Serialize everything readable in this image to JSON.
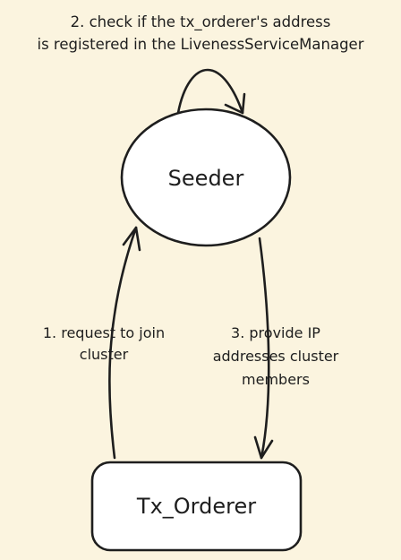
{
  "colors": {
    "background": "#fbf4df",
    "stroke": "#1e1e1e",
    "node_fill": "#ffffff"
  },
  "nodes": {
    "seeder": {
      "label": "Seeder",
      "shape": "ellipse"
    },
    "tx_orderer": {
      "label": "Tx_Orderer",
      "shape": "rounded-rectangle"
    }
  },
  "edges": {
    "step1": {
      "lines": [
        "1. request to join",
        "cluster"
      ]
    },
    "step2": {
      "lines": [
        "2. check if the tx_orderer's address",
        "is registered in the LivenessServiceManager"
      ]
    },
    "step3": {
      "lines": [
        "3. provide IP",
        "addresses cluster",
        "members"
      ]
    }
  }
}
